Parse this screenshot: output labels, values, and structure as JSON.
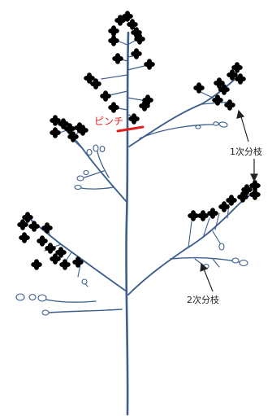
{
  "labels": {
    "pinch": "ピンチ",
    "primary_branch": "1次分枝",
    "secondary_branch": "2次分枝"
  },
  "colors": {
    "stem": "#3d5f8e",
    "pinch": "#e02020",
    "text": "#222222"
  }
}
